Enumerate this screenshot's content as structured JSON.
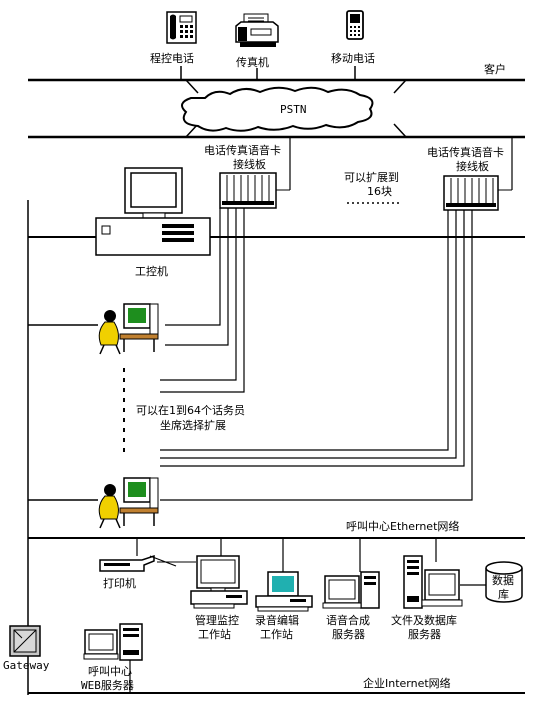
{
  "top": {
    "phone_label": "程控电话",
    "fax_label": "传真机",
    "mobile_label": "移动电话",
    "customer_label": "客户",
    "pstn_label": "PSTN"
  },
  "cards": {
    "left_line1": "电话传真语音卡",
    "left_line2": "接线板",
    "right_line1": "电话传真语音卡",
    "right_line2": "接线板",
    "expand_line1": "可以扩展到",
    "expand_line2": "16块"
  },
  "ipc": {
    "label": "工控机"
  },
  "agents": {
    "expand_line1": "可以在1到64个话务员",
    "expand_line2": "坐席选择扩展"
  },
  "ethernet": {
    "label": "呼叫中心Ethernet网络"
  },
  "servers": {
    "printer": "打印机",
    "manage_line1": "管理监控",
    "manage_line2": "工作站",
    "record_line1": "录音编辑",
    "record_line2": "工作站",
    "tts_line1": "语音合成",
    "tts_line2": "服务器",
    "file_line1": "文件及数据库",
    "file_line2": "服务器",
    "db_line1": "数据",
    "db_line2": "库"
  },
  "bottom": {
    "gateway": "Gateway",
    "web_line1": "呼叫中心",
    "web_line2": "WEB服务器",
    "internet": "企业Internet网络"
  }
}
